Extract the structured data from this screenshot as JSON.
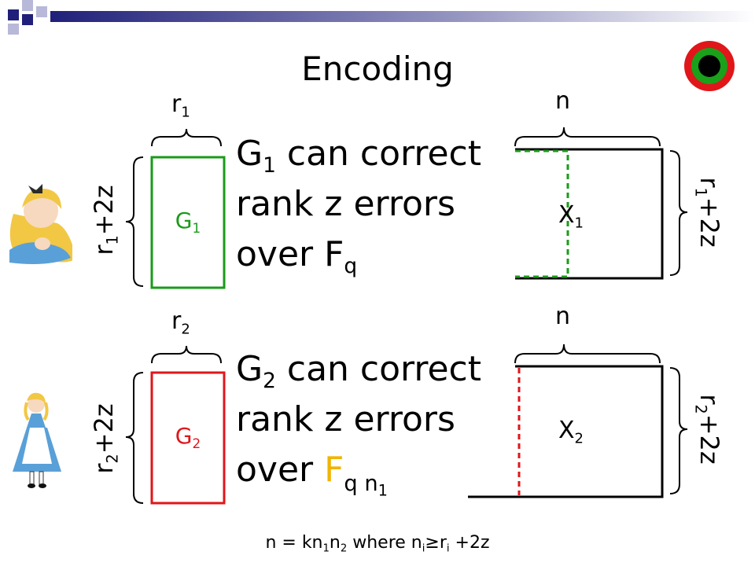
{
  "title": "Encoding",
  "colors": {
    "green": "#1a9b1a",
    "red": "#e0161a",
    "black": "#000000",
    "deco_blue": "#20207a"
  },
  "icons": {
    "recording": "record-target-icon",
    "alice_top": "alice-leaning-icon",
    "alice_bottom": "alice-standing-icon"
  },
  "top": {
    "brace_top_left": {
      "var": "r",
      "sub": "1"
    },
    "side_left": {
      "pre": "r",
      "sub": "1",
      "post": "+2z"
    },
    "matrix_left": {
      "var": "G",
      "sub": "1"
    },
    "statement": {
      "line1_pre": "G",
      "line1_sub": "1",
      "line1_post": " can correct",
      "line2": "rank z errors",
      "line3_pre": "over F",
      "line3_sub": "q"
    },
    "brace_top_right": "n",
    "matrix_right": {
      "var": "X",
      "sub": "1"
    },
    "side_right": {
      "pre": "r",
      "sub": "1",
      "post": "+2z"
    }
  },
  "bottom": {
    "brace_top_left": {
      "var": "r",
      "sub": "2"
    },
    "side_left": {
      "pre": "r",
      "sub": "2",
      "post": "+2z"
    },
    "matrix_left": {
      "var": "G",
      "sub": "2"
    },
    "statement": {
      "line1_pre": "G",
      "line1_sub": "2",
      "line1_post": " can correct",
      "line2": "rank z errors",
      "line3_pre": "over ",
      "line3_field": "F",
      "line3_sub": "q",
      "line3_exp": "n",
      "line3_exp_sub": "1"
    },
    "brace_top_right": "n",
    "matrix_right": {
      "var": "X",
      "sub": "2"
    },
    "side_right": {
      "pre": "r",
      "sub": "2",
      "post": "+2z"
    }
  },
  "footer": {
    "p1": "n = kn",
    "s1": "1",
    "p2": "n",
    "s2": "2",
    "p3": " where n",
    "s3": "i",
    "p4": "≥r",
    "s4": "i",
    "p5": " +2z"
  }
}
